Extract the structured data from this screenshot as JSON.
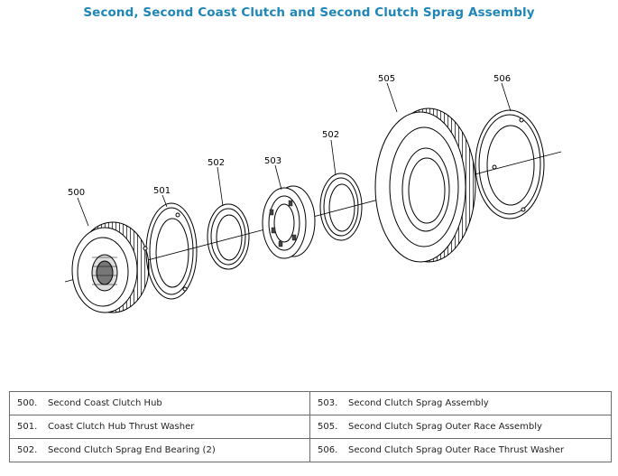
{
  "title": "Second, Second Coast Clutch and Second Clutch Sprag Assembly",
  "callouts": [
    "500",
    "501",
    "502",
    "503",
    "502",
    "505",
    "506"
  ],
  "legend": {
    "rows": [
      [
        {
          "num": "500.",
          "label": "Second Coast Clutch Hub"
        },
        {
          "num": "503.",
          "label": "Second Clutch Sprag Assembly"
        }
      ],
      [
        {
          "num": "501.",
          "label": "Coast Clutch Hub Thrust Washer"
        },
        {
          "num": "505.",
          "label": "Second Clutch Sprag Outer Race Assembly"
        }
      ],
      [
        {
          "num": "502.",
          "label": "Second Clutch Sprag End Bearing (2)"
        },
        {
          "num": "506.",
          "label": "Second Clutch Sprag Outer Race Thrust Washer"
        }
      ]
    ]
  }
}
